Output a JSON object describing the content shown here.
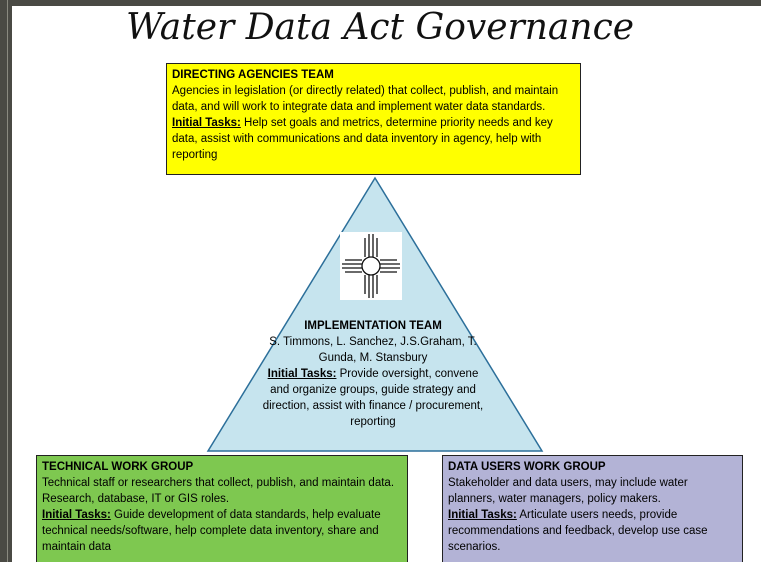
{
  "title": "Water Data Act Governance",
  "directing": {
    "heading": "DIRECTING AGENCIES TEAM",
    "body": "Agencies in legislation (or directly related) that collect, publish, and maintain data, and will work to integrate data and implement water data standards.",
    "tasks_label": "Initial Tasks:",
    "tasks": " Help set goals and metrics, determine priority needs and key data, assist with communications and data inventory in agency, help with reporting"
  },
  "implementation": {
    "heading": "IMPLEMENTATION TEAM",
    "members": "S. Timmons, L. Sanchez, J.S.Graham, T. Gunda, M. Stansbury",
    "tasks_label": "Initial Tasks:",
    "tasks": " Provide oversight, convene and organize groups, guide strategy and direction, assist with finance / procurement, reporting"
  },
  "technical": {
    "heading": "TECHNICAL WORK GROUP",
    "body": "Technical staff or researchers that collect, publish, and maintain data. Research, database, IT or GIS roles.",
    "tasks_label": "Initial Tasks:",
    "tasks": " Guide development of data standards, help evaluate technical needs/software, help complete data inventory, share and maintain data"
  },
  "datausers": {
    "heading": "DATA USERS WORK GROUP",
    "body": "Stakeholder and data users, may include water planners, water managers, policy makers.",
    "tasks_label": "Initial Tasks:",
    "tasks": " Articulate users needs, provide recommendations and feedback, develop use case scenarios."
  },
  "colors": {
    "directing_fill": "#ffff00",
    "triangle_fill": "#c6e4ee",
    "technical_fill": "#7ec850",
    "datausers_fill": "#b3b3d6",
    "zia_stroke": "#111111"
  },
  "icons": {
    "center_symbol": "zia-sun-icon"
  }
}
